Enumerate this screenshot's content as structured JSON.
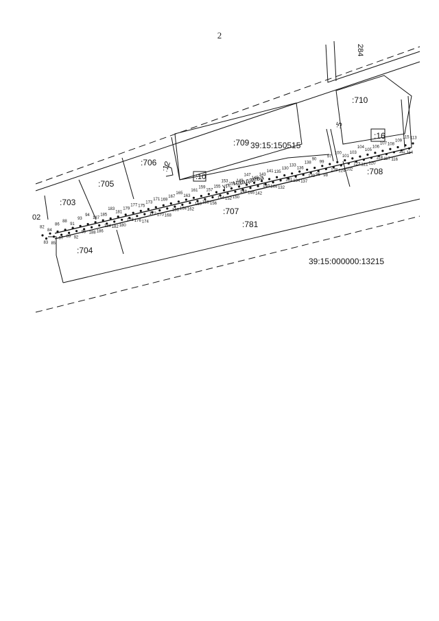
{
  "page": {
    "number": "2"
  },
  "map": {
    "cadastral_block": "39:15:150515",
    "road_parcel": "39:15:000000:13215",
    "street": "ул. Чаадаева",
    "parcels": [
      ":710",
      ":709",
      ":706",
      ":705",
      ":703",
      ":704",
      ":707",
      ":781",
      ":708",
      ":16",
      ":10",
      ":12",
      ":5",
      "284",
      "02"
    ],
    "points": [
      "113",
      "114",
      "115",
      "111",
      "109",
      "116",
      "108",
      "117",
      "107",
      "118",
      "106",
      "120",
      "105",
      "121",
      "104",
      "123",
      "103",
      "102",
      "101",
      "124",
      "100",
      "128",
      "97",
      "98",
      "99",
      "96",
      "90",
      "139",
      "138",
      "137",
      "136",
      "134",
      "133",
      "131",
      "130",
      "132",
      "135",
      "144",
      "141",
      "140",
      "143",
      "142",
      "145",
      "146",
      "147",
      "148",
      "149",
      "150",
      "151",
      "152",
      "153",
      "154",
      "155",
      "156",
      "157",
      "158",
      "159",
      "160",
      "161",
      "162",
      "163",
      "164",
      "165",
      "166",
      "167",
      "168",
      "169",
      "170",
      "171",
      "172",
      "173",
      "174",
      "175",
      "176",
      "177",
      "178",
      "179",
      "180",
      "181",
      "182",
      "183",
      "184",
      "185",
      "186",
      "187",
      "188",
      "94",
      "95",
      "93",
      "92",
      "91",
      "89",
      "88",
      "87",
      "86",
      "85",
      "84",
      "83",
      "82"
    ]
  }
}
